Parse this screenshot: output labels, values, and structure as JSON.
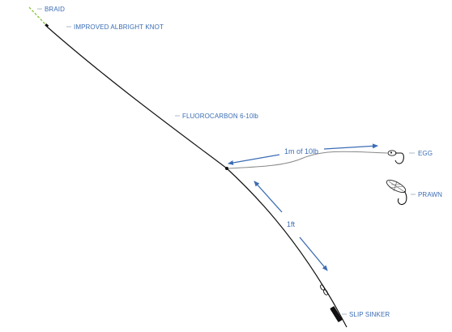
{
  "labels": {
    "braid": "BRAID",
    "knot": "IMPROVED ALBRIGHT KNOT",
    "fluorocarbon": "FLUOROCARBON 6-10lb",
    "egg": "EGG",
    "prawn": "PRAWN",
    "sinker": "SLIP SINKER",
    "dropper_length": "1m of 10lb",
    "spacing": "1ft"
  },
  "colors": {
    "label": "#3b6db4",
    "arrow": "#3b6db4",
    "braid": "#8dc63f",
    "line": "#111111",
    "dropper": "#888888"
  }
}
